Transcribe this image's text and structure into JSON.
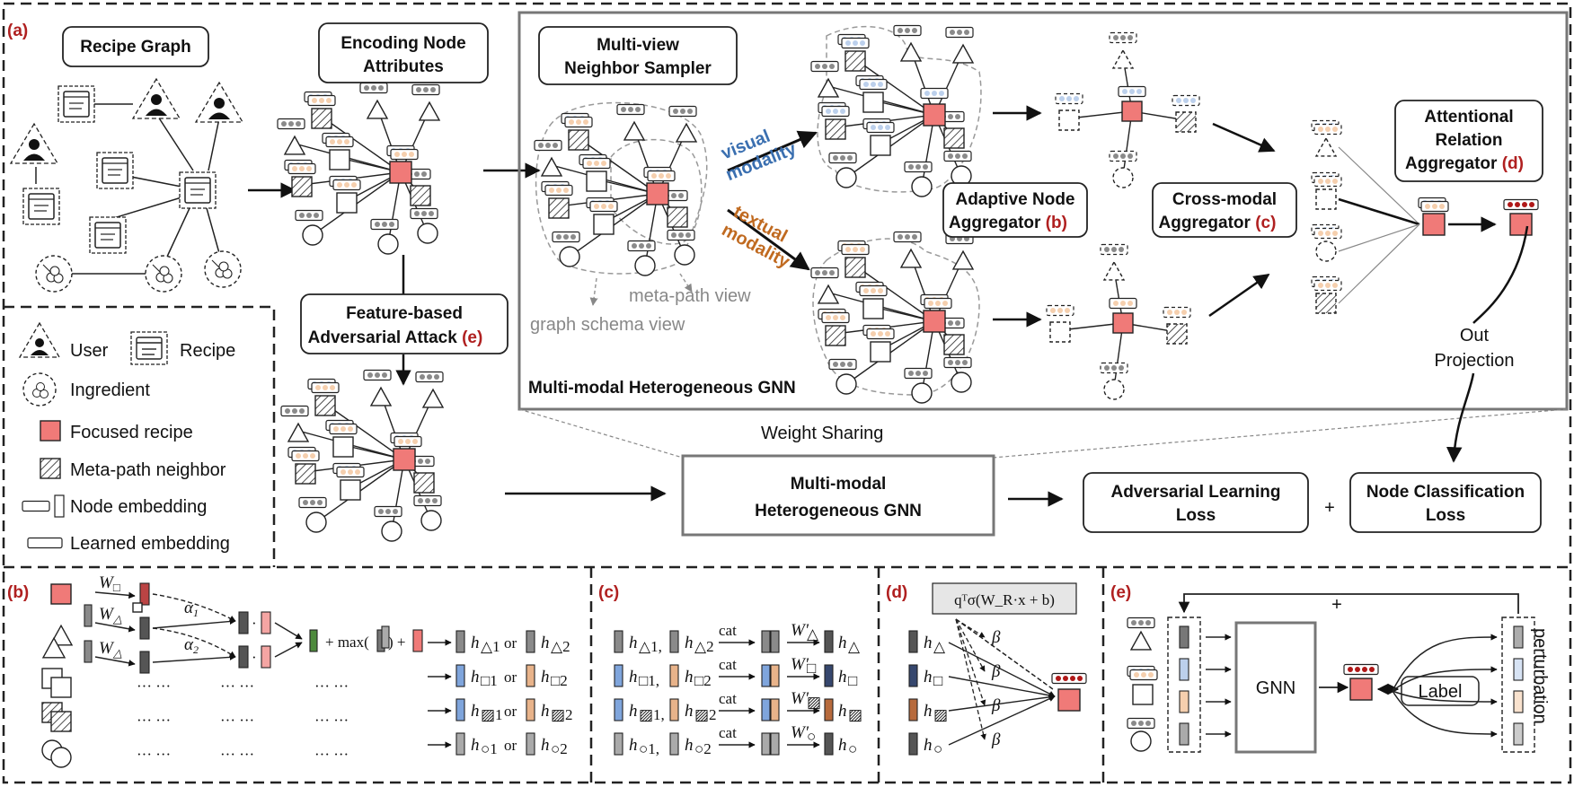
{
  "panels": {
    "a": "(a)",
    "b": "(b)",
    "c": "(c)",
    "d": "(d)",
    "e": "(e)"
  },
  "boxes": {
    "recipe_graph": "Recipe Graph",
    "encoding_1": "Encoding Node",
    "encoding_2": "Attributes",
    "sampler_1": "Multi-view",
    "sampler_2": "Neighbor Sampler",
    "attack_1": "Feature-based",
    "attack_2": "Adversarial Attack",
    "attack_tag": "(e)",
    "adaptive_1": "Adaptive Node",
    "adaptive_2": "Aggregator",
    "adaptive_tag": "(b)",
    "cross_1": "Cross-modal",
    "cross_2": "Aggregator",
    "cross_tag": "(c)",
    "attn_1": "Attentional",
    "attn_2": "Relation",
    "attn_3": "Aggregator",
    "attn_tag": "(d)",
    "gnn_1": "Multi-modal",
    "gnn_2": "Heterogeneous GNN",
    "adv_1": "Adversarial Learning",
    "adv_2": "Loss",
    "node_1": "Node Classification",
    "node_2": "Loss",
    "plus": "+"
  },
  "labels": {
    "visual_1": "visual",
    "visual_2": "modality",
    "textual_1": "textual",
    "textual_2": "modality",
    "meta_path_view": "meta-path view",
    "graph_schema_view": "graph schema view",
    "mmh_gnn": "Multi-modal Heterogeneous GNN",
    "weight_sharing": "Weight Sharing",
    "out_1": "Out",
    "out_2": "Projection"
  },
  "legend": {
    "user": "User",
    "recipe": "Recipe",
    "ingredient": "Ingredient",
    "focused": "Focused recipe",
    "meta": "Meta-path neighbor",
    "node_emb": "Node embedding",
    "learned_emb": "Learned embedding"
  },
  "panel_b": {
    "w1": "W",
    "w2": "W",
    "w3": "W",
    "alpha1": "α",
    "alpha2": "α",
    "sub1": "1",
    "sub2": "2",
    "max": "+ max(",
    "close": ") +",
    "dots": "··· ···",
    "or": "or",
    "rows": [
      {
        "a": "h",
        "as": "△1",
        "b": "h",
        "bs": "△2"
      },
      {
        "a": "h",
        "as": "□1",
        "b": "h",
        "bs": "□2"
      },
      {
        "a": "h",
        "as": "▨1",
        "b": "h",
        "bs": "▨2"
      },
      {
        "a": "h",
        "as": "○1",
        "b": "h",
        "bs": "○2"
      }
    ]
  },
  "panel_c": {
    "cat": "cat",
    "rows": [
      {
        "a": "h",
        "as": "△1",
        "b": "h",
        "bs": "△2",
        "w": "W′",
        "ws": "△",
        "o": "h",
        "os": "△"
      },
      {
        "a": "h",
        "as": "□1",
        "b": "h",
        "bs": "□2",
        "w": "W′",
        "ws": "□",
        "o": "h",
        "os": "□"
      },
      {
        "a": "h",
        "as": "▨1",
        "b": "h",
        "bs": "▨2",
        "w": "W′",
        "ws": "▨",
        "o": "h",
        "os": "▨"
      },
      {
        "a": "h",
        "as": "○1",
        "b": "h",
        "bs": "○2",
        "w": "W′",
        "ws": "○",
        "o": "h",
        "os": "○"
      }
    ]
  },
  "panel_d": {
    "formula": "qᵀσ(W_R·x + b)",
    "beta": "β",
    "rows": [
      {
        "h": "h",
        "s": "△"
      },
      {
        "h": "h",
        "s": "□"
      },
      {
        "h": "h",
        "s": "▨"
      },
      {
        "h": "h",
        "s": "○"
      }
    ]
  },
  "panel_e": {
    "gnn": "GNN",
    "label": "Label",
    "perturbation": "perturbation",
    "plus": "+"
  },
  "colors": {
    "focused": "#f07a78",
    "visual_emb": "#bcd0ec",
    "textual_emb": "#f5cfae",
    "emb_grey": "#8a8a8a",
    "dark_red": "#b01818",
    "green": "#4d8a3c",
    "blue_bar": "#7fa5dc",
    "orange_bar": "#e8b38a",
    "navy_bar": "#36476e",
    "brown_bar": "#b76a3c"
  }
}
